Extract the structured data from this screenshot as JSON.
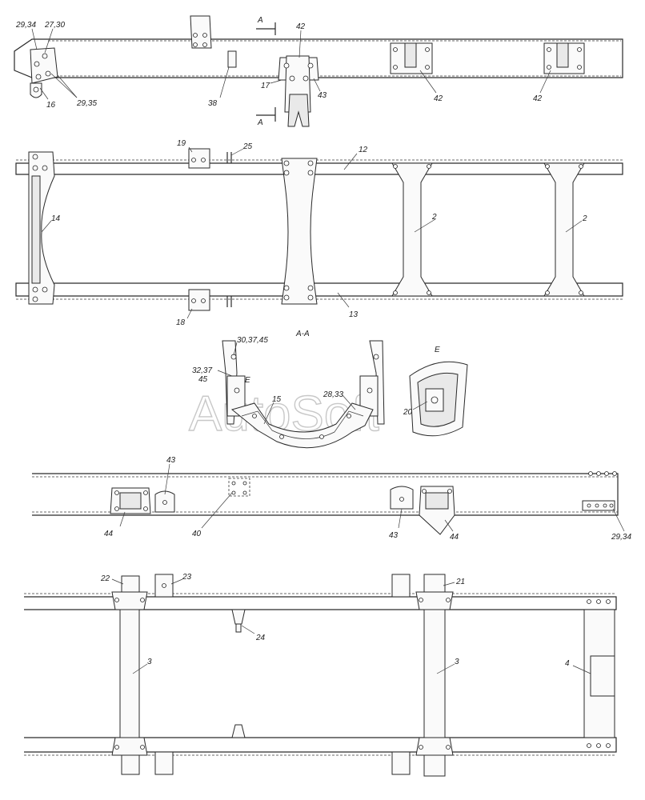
{
  "watermark": "AutoSoft",
  "section_title": "A-A",
  "view_letter_e": "E",
  "section_marker": "A",
  "labels": {
    "v1_2934": "29,34",
    "v1_2730": "27,30",
    "v1_16": "16",
    "v1_2935": "29,35",
    "v1_38": "38",
    "v1_42a": "42",
    "v1_17": "17",
    "v1_43": "43",
    "v1_42b": "42",
    "v1_42c": "42",
    "v2_19": "19",
    "v2_25": "25",
    "v2_12": "12",
    "v2_14": "14",
    "v2_2a": "2",
    "v2_2b": "2",
    "v2_18": "18",
    "v2_13": "13",
    "v3_303745": "30,37,45",
    "v3_3237": "32,37",
    "v3_45": "45",
    "v3_e": "E",
    "v3_15": "15",
    "v3_2833": "28,33",
    "v3_20": "20",
    "v4_43a": "43",
    "v4_44a": "44",
    "v4_40": "40",
    "v4_43b": "43",
    "v4_44b": "44",
    "v4_2934": "29,34",
    "v5_22": "22",
    "v5_23": "23",
    "v5_21": "21",
    "v5_24": "24",
    "v5_3a": "3",
    "v5_3b": "3",
    "v5_4": "4"
  }
}
